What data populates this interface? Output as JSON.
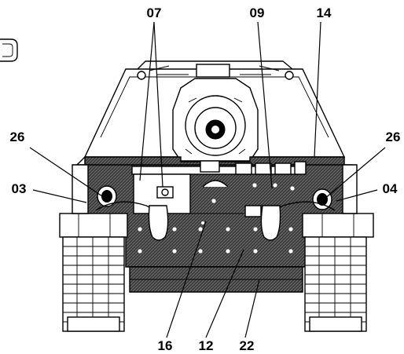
{
  "callouts": {
    "c07": "07",
    "c09": "09",
    "c14": "14",
    "c26_left": "26",
    "c26_right": "26",
    "c03": "03",
    "c04": "04",
    "c16": "16",
    "c12": "12",
    "c22": "22"
  },
  "colors": {
    "ink": "#000000",
    "paper": "#ffffff",
    "plate": "#3a3a3a"
  }
}
